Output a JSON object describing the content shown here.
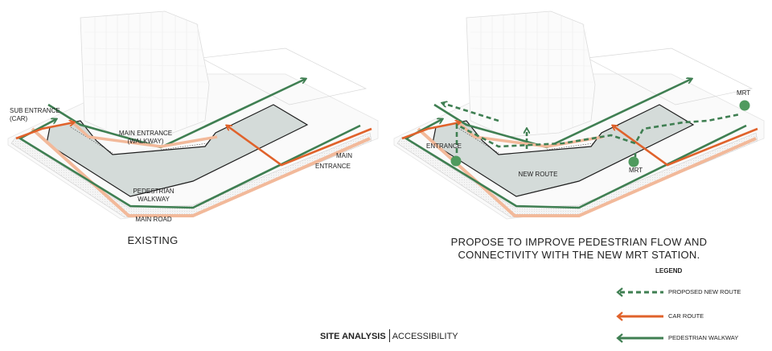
{
  "left_panel": {
    "caption": "EXISTING",
    "labels": {
      "sub_entrance_line1": "SUB ENTRANCE",
      "sub_entrance_line2": "(CAR)",
      "main_entrance_walk_line1": "MAIN ENTRANCE",
      "main_entrance_walk_line2": "(WALKWAY)",
      "main_entrance_line1": "MAIN",
      "main_entrance_line2": "ENTRANCE",
      "pedestrian_line1": "PEDESTRIAN",
      "pedestrian_line2": "WALKWAY",
      "main_road": "MAIN ROAD"
    }
  },
  "right_panel": {
    "caption_line1": "PROPOSE TO IMPROVE PEDESTRIAN FLOW AND",
    "caption_line2": "CONNECTIVITY WITH THE NEW MRT  STATION.",
    "labels": {
      "entrance": "ENTRANCE",
      "new_route": "NEW ROUTE",
      "mrt_top": "MRT",
      "mrt_bottom": "MRT"
    }
  },
  "legend": {
    "title": "LEGEND",
    "items": [
      {
        "label": "PROPOSED NEW ROUTE",
        "color": "#3f7f52",
        "style": "dashed"
      },
      {
        "label": "CAR ROUTE",
        "color": "#e0622b",
        "style": "solid"
      },
      {
        "label": "PEDESTRIAN WALKWAY",
        "color": "#3f7f52",
        "style": "solid"
      }
    ]
  },
  "footer": {
    "title_bold": "SITE ANALYSIS",
    "title_regular": "ACCESSIBILITY"
  },
  "colors": {
    "green": "#3f7f52",
    "orange": "#e0622b",
    "peach": "#f2b99a",
    "site_fill": "#d4dbd9",
    "mrt_dot": "#4f9a5e"
  }
}
